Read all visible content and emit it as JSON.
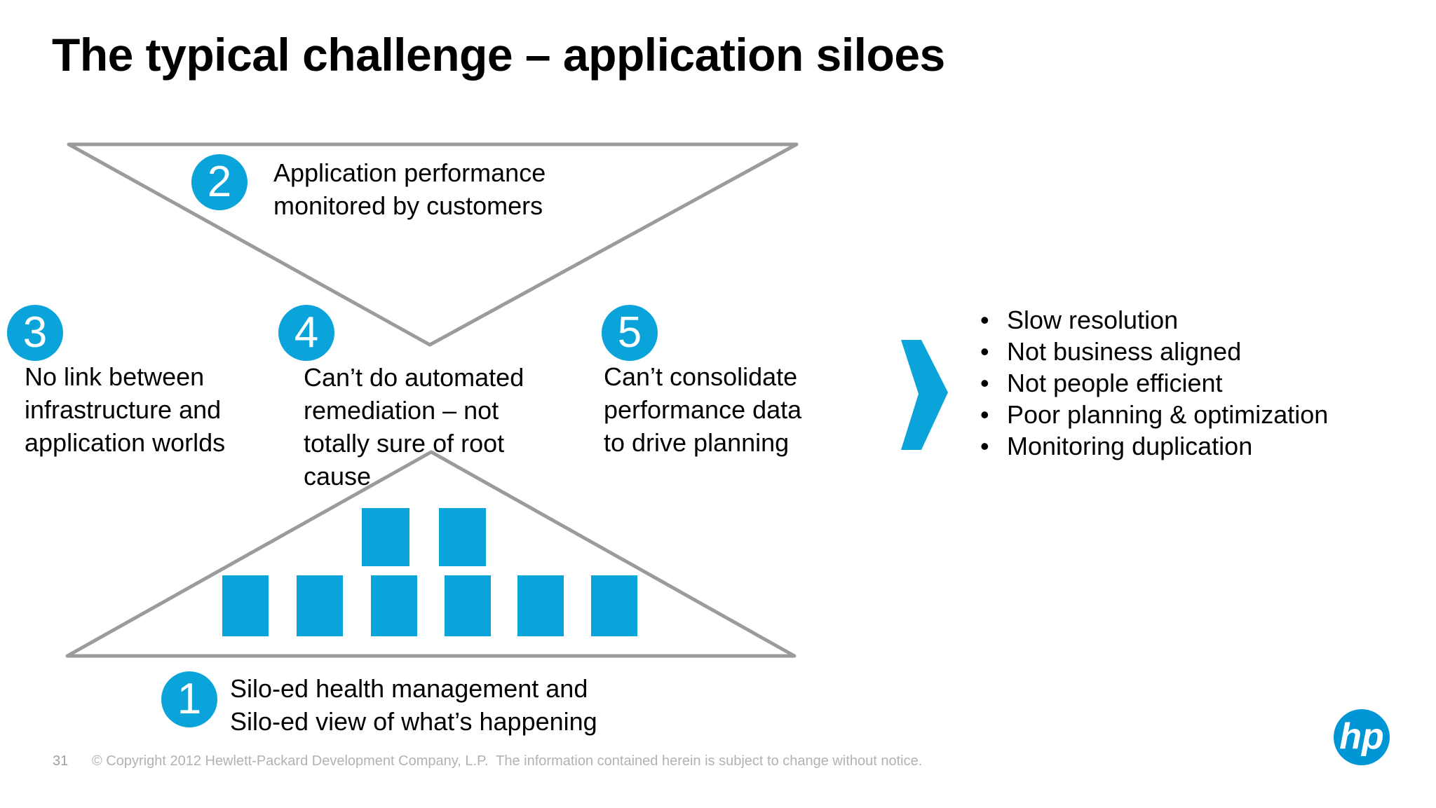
{
  "slide": {
    "title": "The typical challenge – application siloes",
    "page_number": "31",
    "copyright_notice": "© Copyright 2012 Hewlett-Packard Development Company, L.P.  The information contained herein is subject to change without notice."
  },
  "callouts": [
    {
      "number": "1",
      "lines": [
        "Silo-ed health management and",
        "Silo-ed view of what’s happening"
      ]
    },
    {
      "number": "2",
      "lines": [
        "Application performance",
        "monitored by customers"
      ]
    },
    {
      "number": "3",
      "lines": [
        "No link between",
        "infrastructure and",
        "application worlds"
      ]
    },
    {
      "number": "4",
      "lines": [
        "Can’t do automated",
        "remediation – not",
        "totally sure of root",
        "cause"
      ]
    },
    {
      "number": "5",
      "lines": [
        "Can’t consolidate",
        "performance data",
        "to drive planning"
      ]
    }
  ],
  "outcomes": [
    "Slow resolution",
    "Not business aligned",
    "Not people efficient",
    "Poor planning & optimization",
    "Monitoring duplication"
  ],
  "logo": {
    "text": "hp"
  },
  "colors": {
    "accent": "#0ba4da",
    "logo_blue": "#0096d6",
    "outline_gray": "#9b9b9b",
    "footer_gray": "#b2b2b2"
  }
}
